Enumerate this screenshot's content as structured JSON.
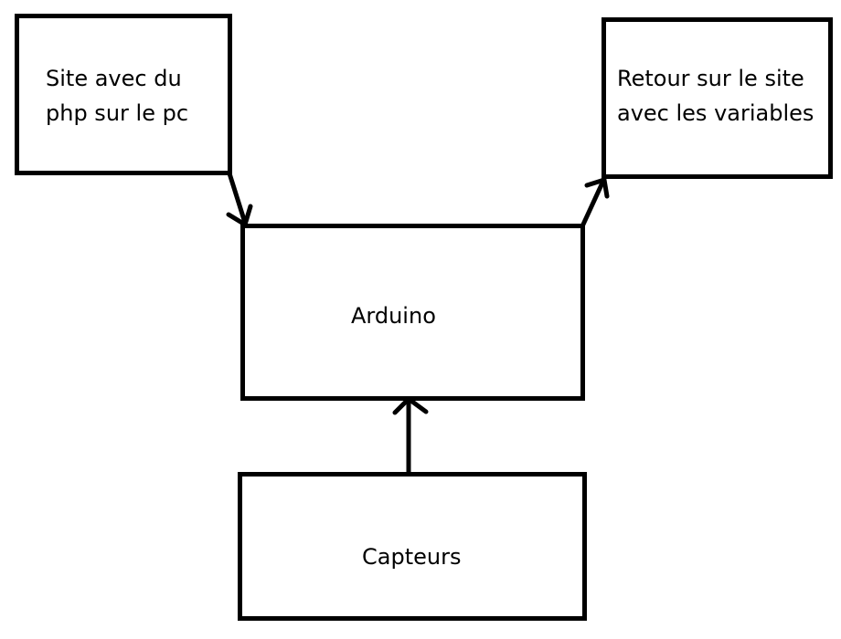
{
  "colors": {
    "stroke": "#000000",
    "background": "#ffffff"
  },
  "nodes": {
    "site_php": {
      "lines": [
        "Site avec du",
        "php sur le pc"
      ]
    },
    "retour_site": {
      "lines": [
        "Retour sur le site",
        "avec les variables"
      ]
    },
    "arduino": {
      "label": "Arduino"
    },
    "capteurs": {
      "label": "Capteurs"
    }
  },
  "edges": [
    {
      "from": "site_php",
      "to": "arduino"
    },
    {
      "from": "arduino",
      "to": "retour_site"
    },
    {
      "from": "capteurs",
      "to": "arduino"
    }
  ]
}
